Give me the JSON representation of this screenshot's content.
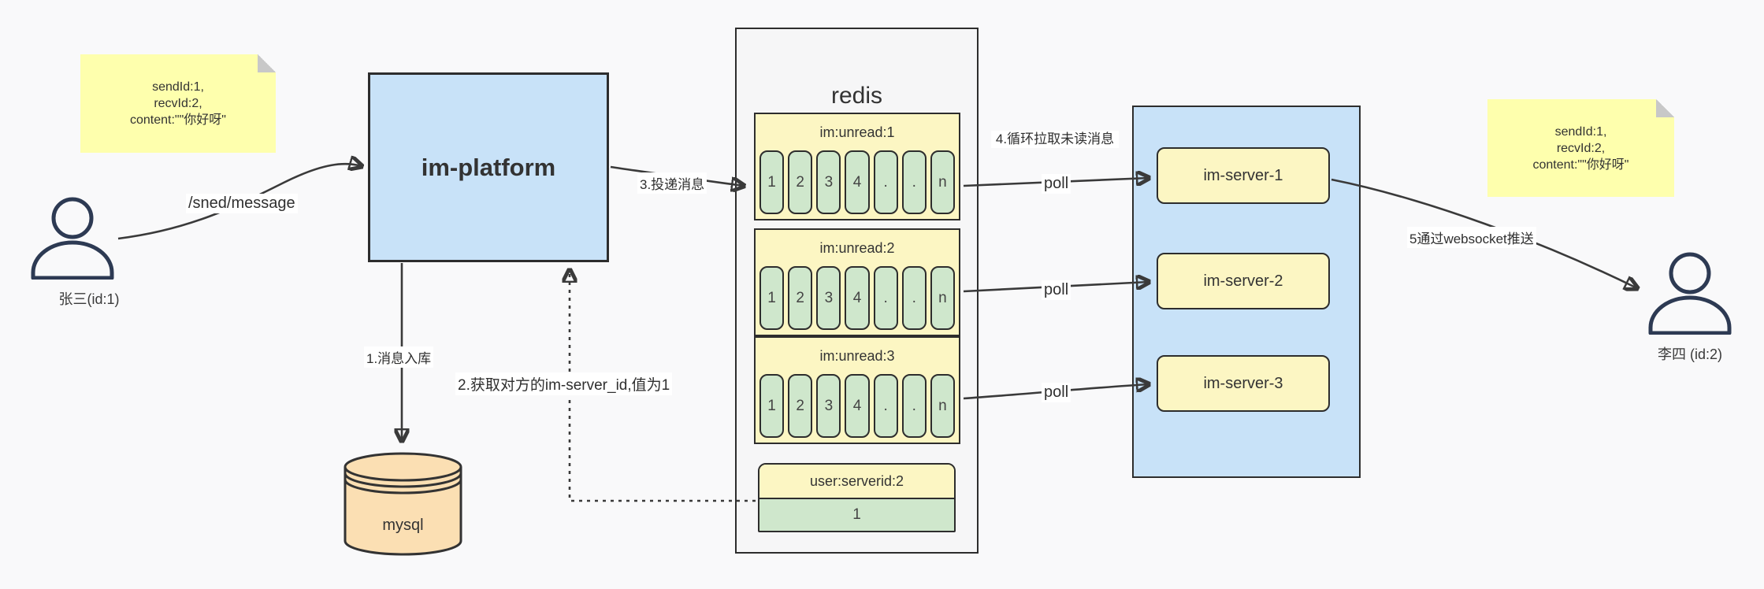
{
  "colors": {
    "background": "#f9f9fa",
    "box_blue": "#c8e2f8",
    "note_yellow": "#feffad",
    "panel_yellow": "#fcf6c3",
    "cell_green": "#cfe7cc",
    "db_tan": "#fbdfb3",
    "border_dark": "#2d2d2d",
    "arrow": "#3a3a3a",
    "person": "#2d3a53"
  },
  "notes": {
    "left": {
      "lines": [
        "sendId:1,",
        "recvId:2,",
        "content:\"\"你好呀\""
      ]
    },
    "right": {
      "lines": [
        "sendId:1,",
        "recvId:2,",
        "content:\"\"你好呀\""
      ]
    }
  },
  "actors": {
    "sender": {
      "label": "张三(id:1)"
    },
    "receiver": {
      "label": "李四 (id:2)"
    }
  },
  "platform": {
    "label": "im-platform"
  },
  "database": {
    "label": "mysql"
  },
  "redis": {
    "title": "redis",
    "queues": [
      {
        "header": "im:unread:1",
        "cells": [
          "1",
          "2",
          "3",
          "4",
          ".",
          ".",
          "n"
        ]
      },
      {
        "header": "im:unread:2",
        "cells": [
          "1",
          "2",
          "3",
          "4",
          ".",
          ".",
          "n"
        ]
      },
      {
        "header": "im:unread:3",
        "cells": [
          "1",
          "2",
          "3",
          "4",
          ".",
          ".",
          "n"
        ]
      }
    ],
    "kv": {
      "header": "user:serverid:2",
      "value": "1"
    }
  },
  "servers": {
    "items": [
      {
        "label": "im-server-1"
      },
      {
        "label": "im-server-2"
      },
      {
        "label": "im-server-3"
      }
    ]
  },
  "edges": {
    "send": "/sned/message",
    "step1": "1.消息入库",
    "step2": "2.获取对方的im-server_id,值为1",
    "step3": "3.投递消息",
    "step4": "4.循环拉取未读消息",
    "poll1": "poll",
    "poll2": "poll",
    "poll3": "poll",
    "step5": "5通过websocket推送"
  }
}
